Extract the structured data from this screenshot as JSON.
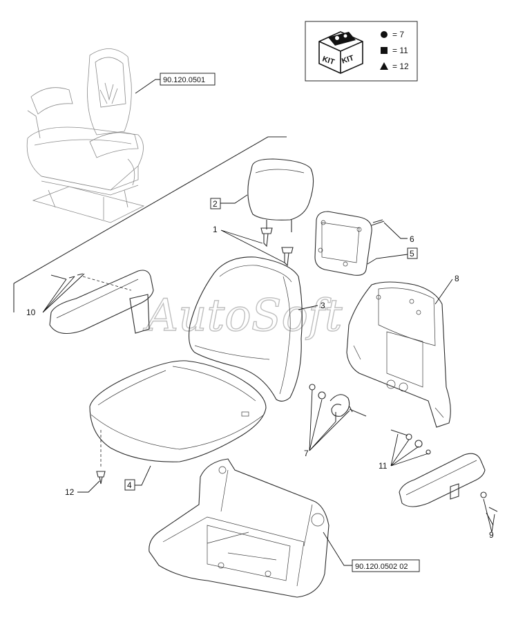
{
  "watermark": "AutoSoft",
  "kit_legend": {
    "icon_label_1": "KIT",
    "icon_label_2": "KIT",
    "entries": [
      {
        "symbol": "circle",
        "text": "= 7"
      },
      {
        "symbol": "square",
        "text": "= 11"
      },
      {
        "symbol": "triangle",
        "text": "= 12"
      }
    ]
  },
  "reference_labels": {
    "seat_assembly": "90.120.0501",
    "seat_frame": "90.120.0502 02"
  },
  "callouts": {
    "c1": "1",
    "c2": "2",
    "c3": "3",
    "c4": "4",
    "c5": "5",
    "c6": "6",
    "c7": "7",
    "c8": "8",
    "c9": "9",
    "c10": "10",
    "c11": "11",
    "c12": "12"
  }
}
